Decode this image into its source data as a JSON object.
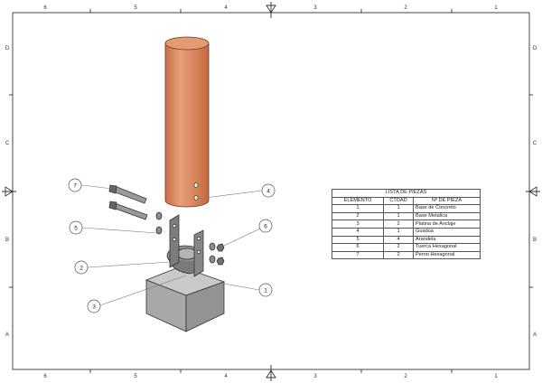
{
  "frame": {
    "columns_top": [
      "6",
      "5",
      "4",
      "3",
      "2",
      "1"
    ],
    "columns_bottom": [
      "6",
      "5",
      "4",
      "3",
      "2",
      "1"
    ],
    "rows_left": [
      "D",
      "C",
      "B",
      "A"
    ],
    "rows_right": [
      "D",
      "C",
      "B",
      "A"
    ]
  },
  "balloons": {
    "b1": "1",
    "b2": "2",
    "b3": "3",
    "b4": "4",
    "b5": "5",
    "b6": "6",
    "b7": "7"
  },
  "parts_list": {
    "title": "LISTA DE PIEZAS",
    "headers": [
      "ELEMENTO",
      "CTDAD",
      "Nº DE PIEZA"
    ],
    "rows": [
      [
        "1",
        "1",
        "Base de Concreto"
      ],
      [
        "2",
        "1",
        "Base Metalica"
      ],
      [
        "3",
        "2",
        "Platina de Anclaje"
      ],
      [
        "4",
        "1",
        "Guadua"
      ],
      [
        "5",
        "4",
        "Arandela"
      ],
      [
        "6",
        "2",
        "Tuerca Hexagonal"
      ],
      [
        "7",
        "2",
        "Perno Hexagonal"
      ]
    ]
  },
  "colors": {
    "tube": "#d9875e",
    "concrete": "#b9b9b9",
    "steel": "#8a8a8a"
  }
}
